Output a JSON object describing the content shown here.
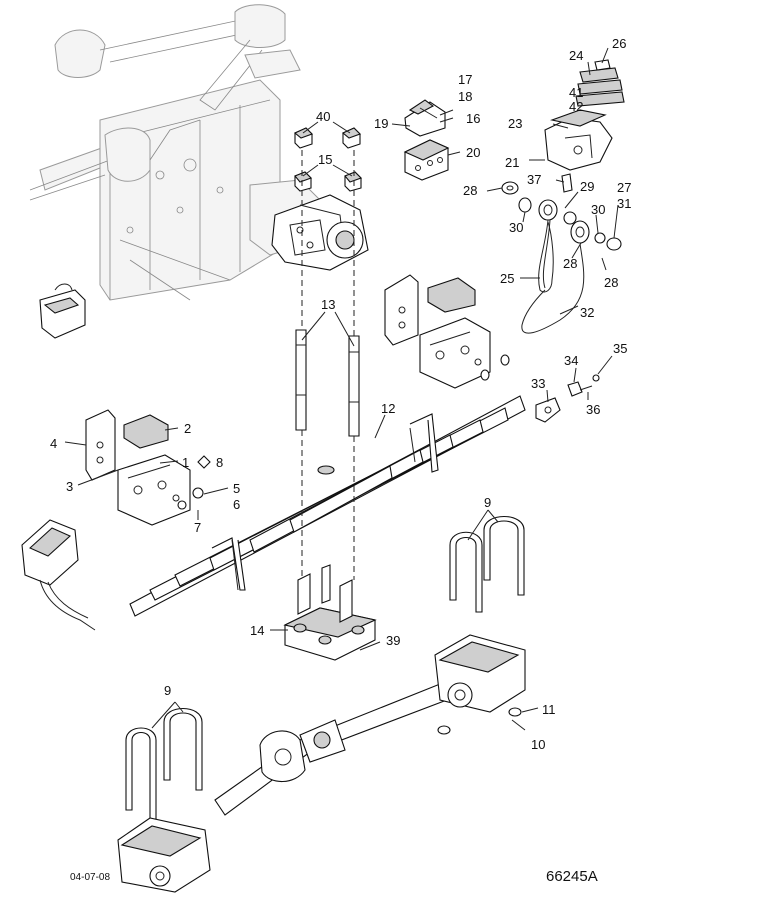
{
  "diagram": {
    "callouts": {
      "c1": "1",
      "c2": "2",
      "c3": "3",
      "c4": "4",
      "c5": "5",
      "c6": "6",
      "c7": "7",
      "c8": "8",
      "c9a": "9",
      "c9b": "9",
      "c10": "10",
      "c11": "11",
      "c12": "12",
      "c13": "13",
      "c14": "14",
      "c15": "15",
      "c16": "16",
      "c17": "17",
      "c18": "18",
      "c19": "19",
      "c20": "20",
      "c21": "21",
      "c23": "23",
      "c24": "24",
      "c25": "25",
      "c26": "26",
      "c27": "27",
      "c28a": "28",
      "c28b": "28",
      "c28c": "28",
      "c29": "29",
      "c30a": "30",
      "c30b": "30",
      "c31": "31",
      "c32": "32",
      "c33": "33",
      "c34": "34",
      "c35": "35",
      "c36": "36",
      "c37": "37",
      "c39": "39",
      "c40": "40",
      "c41": "41",
      "c42": "42"
    },
    "date_code": "04-07-08",
    "figure_ref": "66245A"
  }
}
